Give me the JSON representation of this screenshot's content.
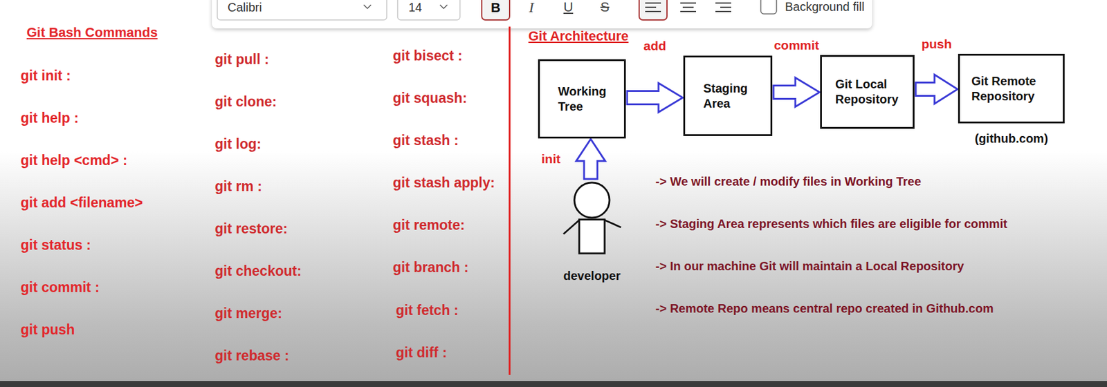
{
  "diagram": {
    "title": "Git Bash Commands",
    "nodes": [
      {
        "text": [
          "Working Tree"
        ]
      },
      {
        "text": [
          "Staging Area"
        ]
      },
      {
        "text": [
          "Git Local Repository"
        ]
      },
      {
        "text": [
          "Git Remote Repository",
          "(github.com)"
        ]
      },
      {
        "text": [
          "developer"
        ]
      }
    ],
    "edges": [
      {
        "from": 0,
        "to": 1,
        "label": "add",
        "arrow": "to"
      },
      {
        "from": 1,
        "to": 2,
        "label": "commit",
        "arrow": "to"
      },
      {
        "from": 2,
        "to": 3,
        "label": "push",
        "arrow": "to"
      },
      {
        "from": 4,
        "to": 0,
        "label": "init",
        "arrow": "to"
      }
    ],
    "labels": [
      "Calibri",
      "14",
      "B",
      "I",
      "U",
      "S",
      "Background fill",
      "Git Architecture",
      "git init :",
      "git help :",
      "git help <cmd> :",
      "git add <filename>",
      "git status :",
      "git commit :",
      "git push",
      "git pull :",
      "git clone:",
      "git log:",
      "git rm :",
      "git restore:",
      "git checkout:",
      "git merge:",
      "git rebase :",
      "git bisect :",
      "git squash:",
      "git stash :",
      "git stash apply:",
      "git remote:",
      "git branch :",
      "git fetch :",
      "git diff :",
      "-> We will create / modify files in Working Tree",
      "-> Staging Area represents which files are eligible for commit",
      "-> In our machine Git will maintain a Local Repository",
      "-> Remote Repo means central repo created in Github.com"
    ]
  }
}
